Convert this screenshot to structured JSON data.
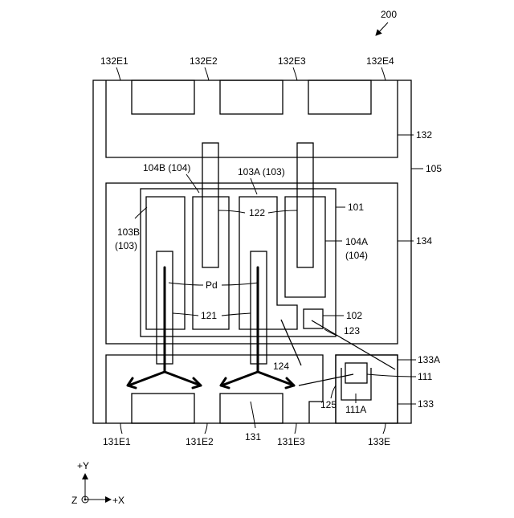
{
  "figure": {
    "ref": "200",
    "labels": {
      "e1_132": "132E1",
      "e2_132": "132E2",
      "e3_132": "132E3",
      "e4_132": "132E4",
      "l132": "132",
      "l105": "105",
      "l104b": "104B (104)",
      "l103a": "103A (103)",
      "l101": "101",
      "l122": "122",
      "l103b_1": "103B",
      "l103b_2": "(103)",
      "l134": "134",
      "l104a_1": "104A",
      "l104a_2": "(104)",
      "pd": "Pd",
      "l102": "102",
      "l121": "121",
      "l123": "123",
      "l124": "124",
      "l133a": "133A",
      "l111": "111",
      "l125": "125",
      "l111a": "111A",
      "l133": "133",
      "e1_131": "131E1",
      "e2_131": "131E2",
      "l131": "131",
      "e3_131": "131E3",
      "e_133": "133E"
    },
    "axes": {
      "y": "+Y",
      "x": "+X",
      "z": "Z"
    }
  }
}
